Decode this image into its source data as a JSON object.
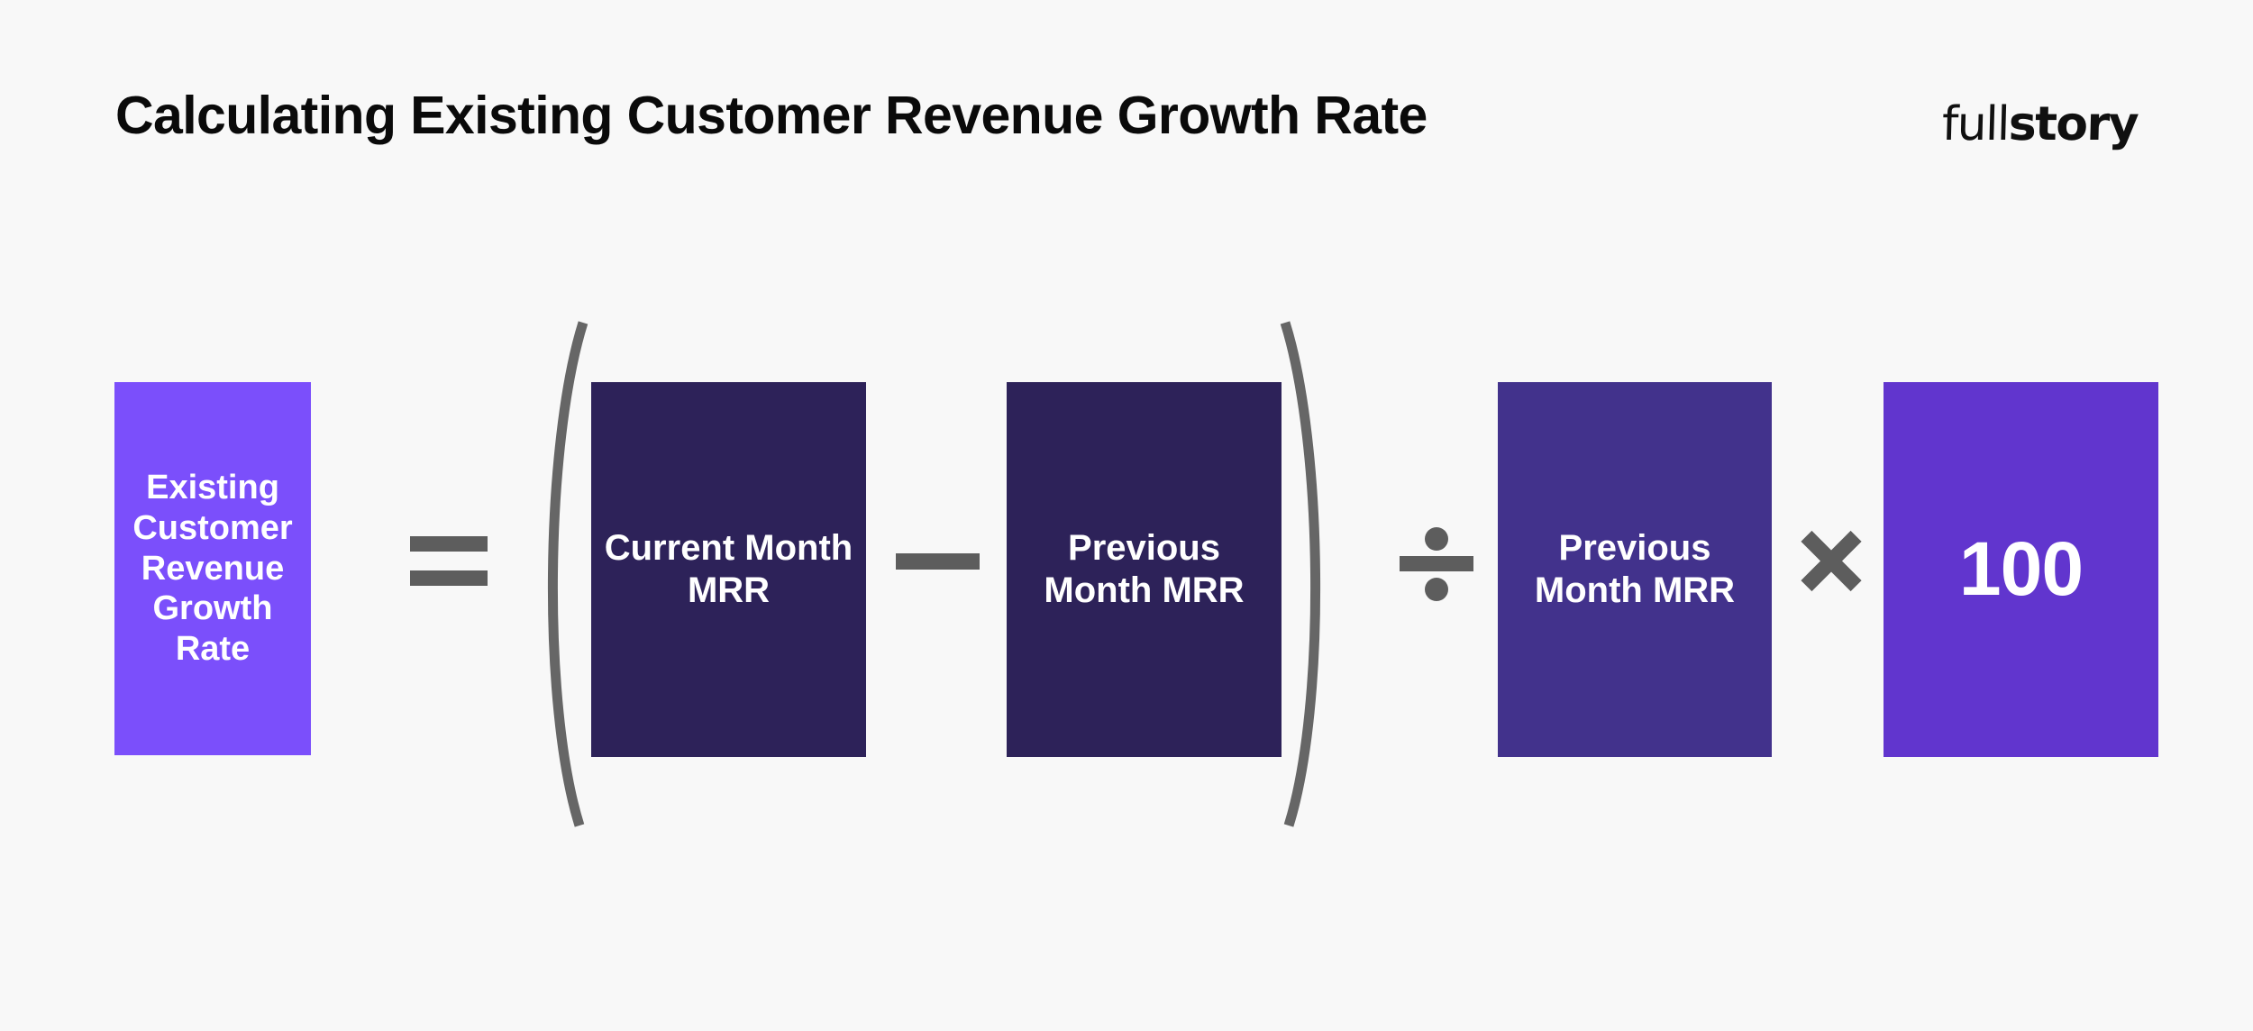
{
  "header": {
    "title": "Calculating Existing Customer Revenue Growth Rate",
    "brand": {
      "part_light": "full",
      "part_bold": "story",
      "full": "fullstory"
    }
  },
  "colors": {
    "background": "#f8f8f8",
    "title_text": "#0a0a0a",
    "operator_gray": "#5d5d5d",
    "paren_gray": "#666666",
    "box_result_purple": "#7b4ffb",
    "box_dark_indigo": "#2d2259",
    "box_mid_indigo": "#42328c",
    "box_violet": "#6135ce",
    "box_text": "#ffffff"
  },
  "formula": {
    "expression": "Existing Customer Revenue Growth Rate = ((Current Month MRR - Previous Month MRR) / Previous Month MRR) x 100",
    "boxes": [
      {
        "id": "result",
        "label": "Existing Customer Revenue Growth Rate",
        "color": "#7b4ffb"
      },
      {
        "id": "current-mrr",
        "label": "Current Month MRR",
        "color": "#2d2259"
      },
      {
        "id": "previous-mrr-1",
        "label": "Previous Month MRR",
        "color": "#2d2259"
      },
      {
        "id": "previous-mrr-2",
        "label": "Previous Month MRR",
        "color": "#42328c"
      },
      {
        "id": "hundred",
        "label": "100",
        "color": "#6135ce"
      }
    ],
    "operators": [
      {
        "id": "equals",
        "symbol": "=",
        "name": "equals-sign"
      },
      {
        "id": "paren-open",
        "symbol": "(",
        "name": "open-parenthesis"
      },
      {
        "id": "minus",
        "symbol": "−",
        "name": "minus-sign"
      },
      {
        "id": "paren-close",
        "symbol": ")",
        "name": "close-parenthesis"
      },
      {
        "id": "divide",
        "symbol": "÷",
        "name": "division-sign"
      },
      {
        "id": "times",
        "symbol": "×",
        "name": "multiplication-sign"
      }
    ]
  }
}
